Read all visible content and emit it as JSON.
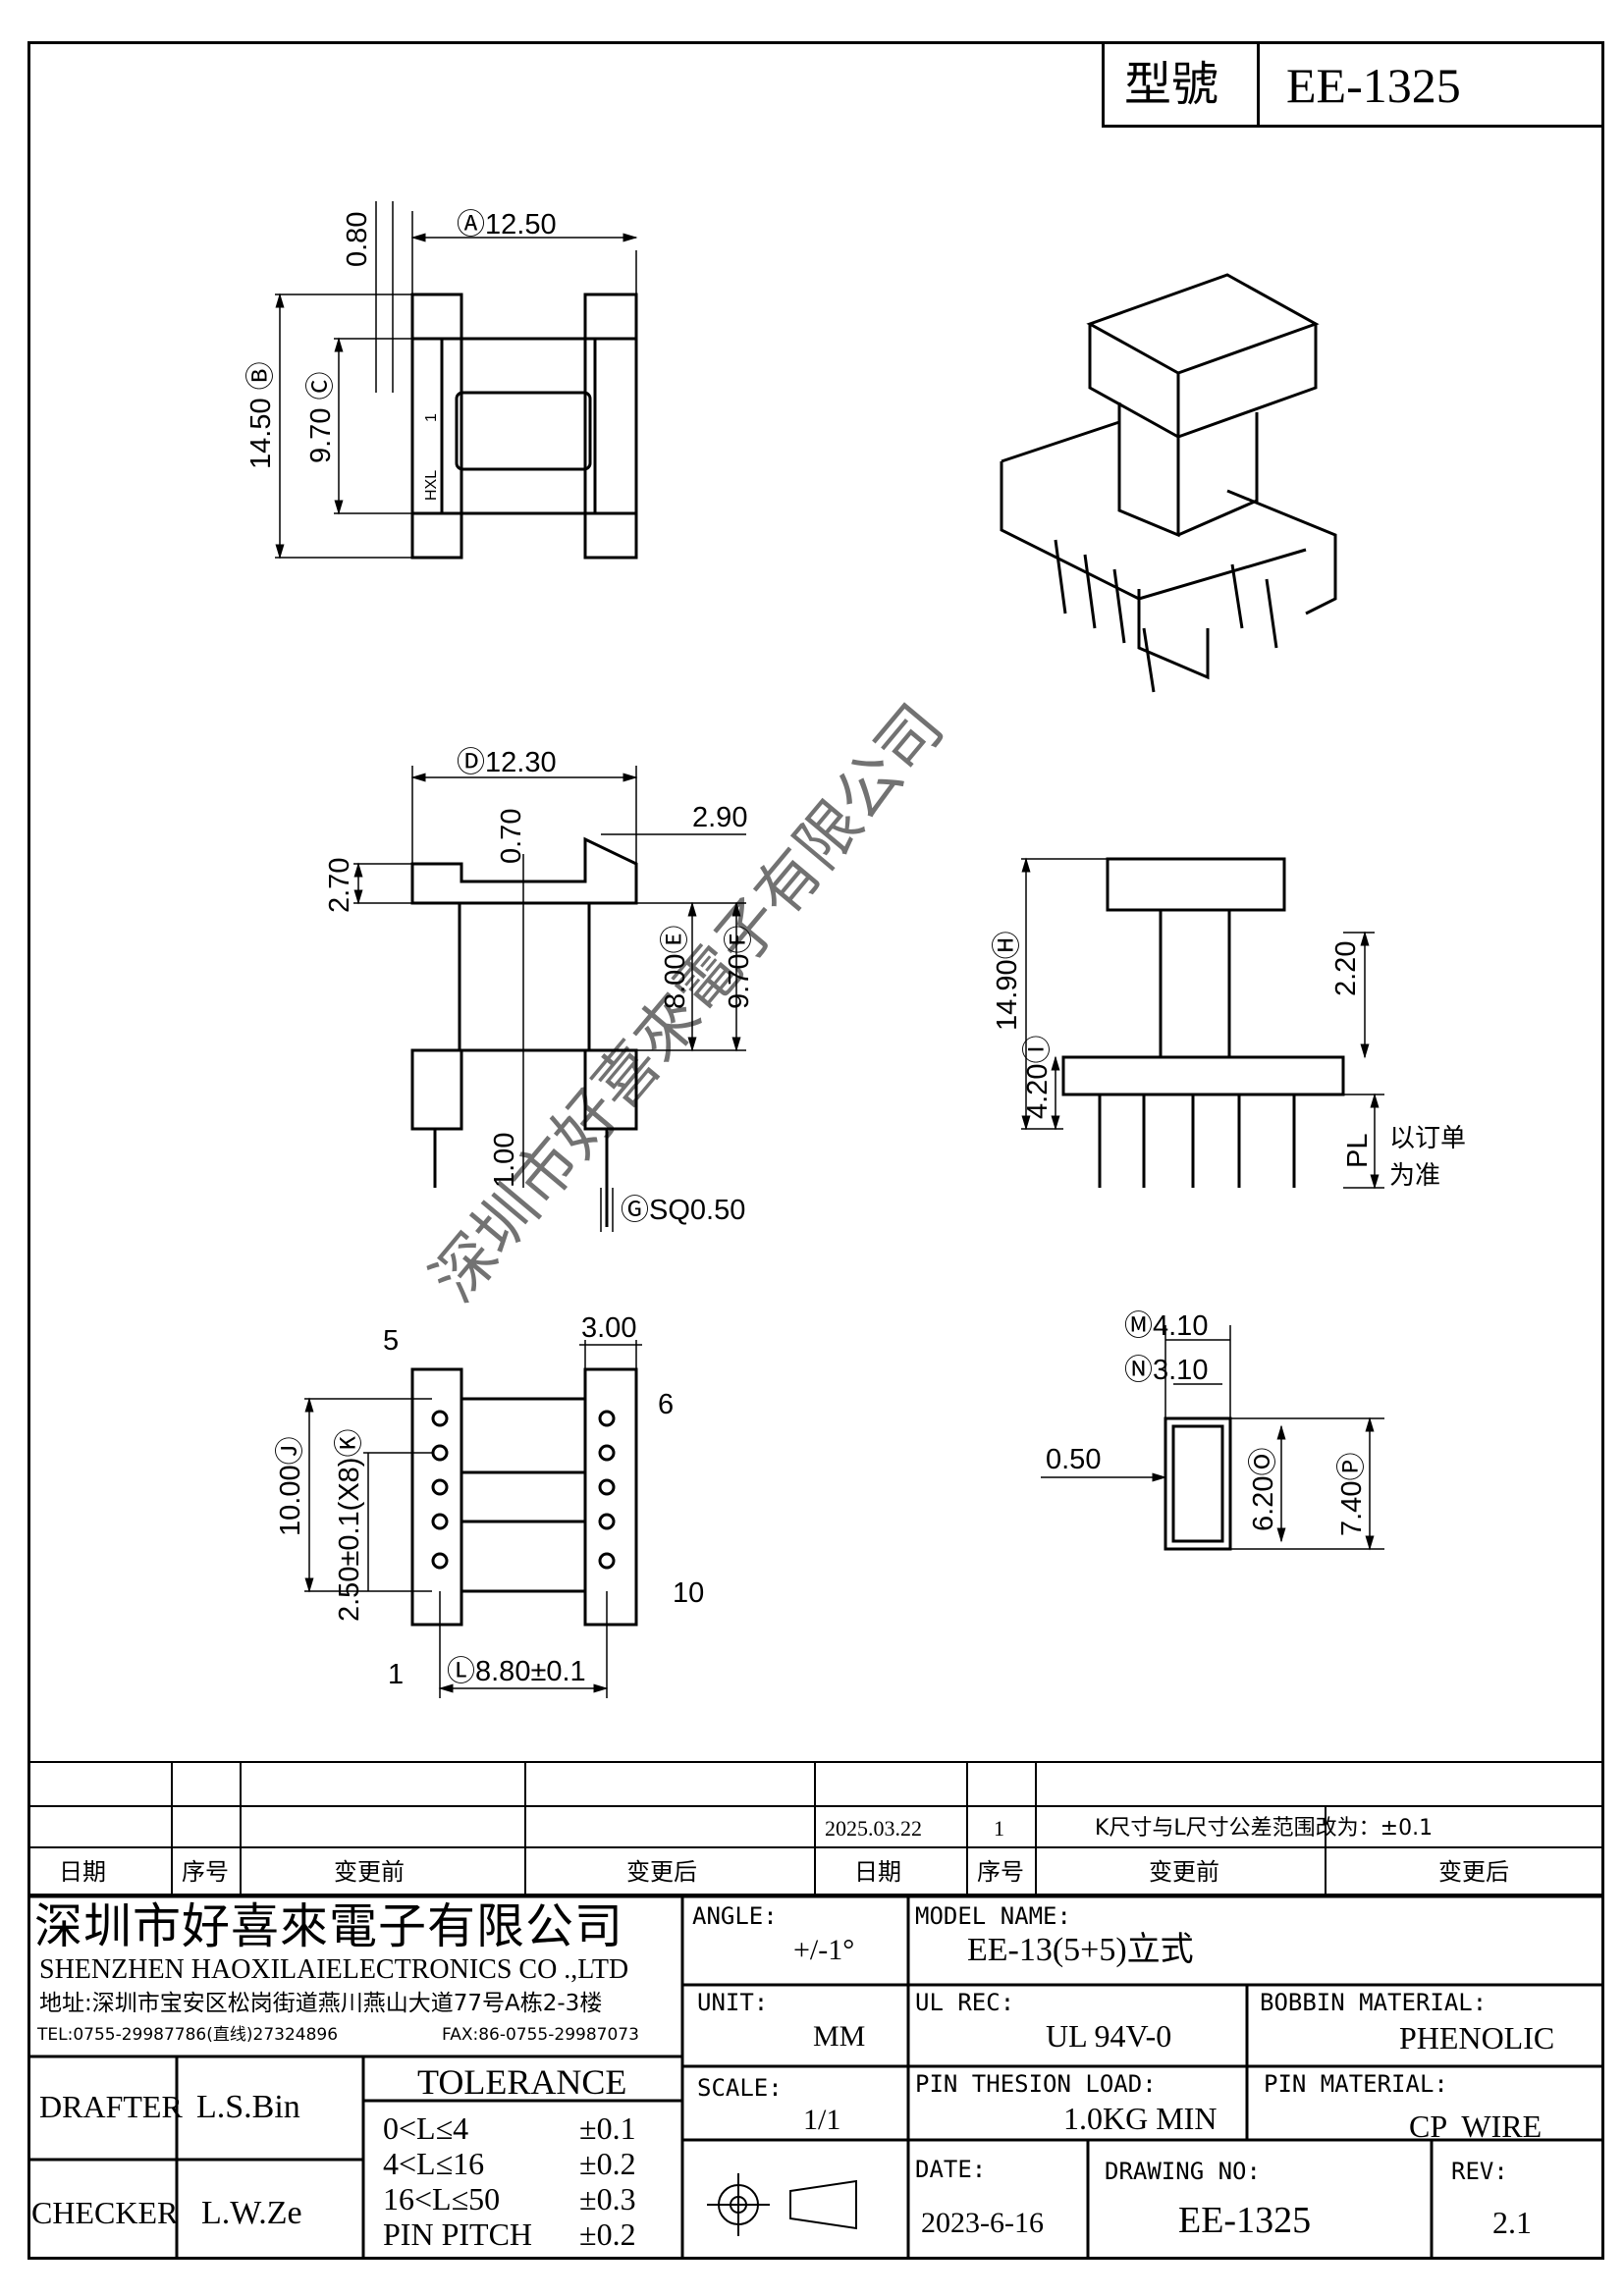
{
  "header": {
    "model_label": "型號",
    "model_value": "EE-1325"
  },
  "views": {
    "top": {
      "A": "Ⓐ12.50",
      "B": "14.50 Ⓑ",
      "C": "9.70 Ⓒ",
      "d080": "0.80",
      "mark1": "HXL",
      "mark2": "1"
    },
    "front": {
      "D": "Ⓓ12.30",
      "d070": "0.70",
      "d270": "2.70",
      "d290": "2.90",
      "E": "8.00Ⓔ",
      "F": "9.70Ⓕ",
      "d100": "1.00",
      "G": "ⒼSQ0.50"
    },
    "side": {
      "H": "14.90Ⓗ",
      "I": "4.20Ⓘ",
      "d220": "2.20",
      "PL": "PL",
      "note1": "以订单",
      "note2": "为准"
    },
    "bottom": {
      "d300": "3.00",
      "J": "10.00Ⓙ",
      "K": "2.50±0.1(X8)Ⓚ",
      "L": "Ⓛ8.80±0.1",
      "pin5": "5",
      "pin6": "6",
      "pin1": "1",
      "pin10": "10"
    },
    "section": {
      "M": "Ⓜ4.10",
      "N": "Ⓝ3.10",
      "d050": "0.50",
      "O": "6.20Ⓞ",
      "P": "7.40Ⓟ"
    }
  },
  "watermark": "深圳市好喜來電子有限公司",
  "revision_table": {
    "row": {
      "date": "2025.03.22",
      "seq": "1",
      "before": "K尺寸与L尺寸公差范围改为：±0.1",
      "after": ""
    },
    "headers": [
      "日期",
      "序号",
      "变更前",
      "变更后",
      "日期",
      "序号",
      "变更前",
      "变更后"
    ]
  },
  "company": {
    "name_cn": "深圳市好喜來電子有限公司",
    "name_en": "SHENZHEN HAOXILAIELECTRONICS CO .,LTD",
    "address": "地址:深圳市宝安区松岗街道燕川燕山大道77号A栋2-3楼",
    "tel": "TEL:0755-29987786(直线)27324896",
    "fax": "FAX:86-0755-29987073"
  },
  "title_block": {
    "drafter_label": "DRAFTER",
    "drafter": "L.S.Bin",
    "checker_label": "CHECKER",
    "checker": "L.W.Ze",
    "tolerance_title": "TOLERANCE",
    "tolerances": [
      {
        "range": "0<L≤4",
        "value": "±0.1"
      },
      {
        "range": "4<L≤16",
        "value": "±0.2"
      },
      {
        "range": "16<L≤50",
        "value": "±0.3"
      },
      {
        "range": "PIN PITCH",
        "value": "±0.2"
      }
    ],
    "angle_label": "ANGLE:",
    "angle": "+/-1°",
    "unit_label": "UNIT:",
    "unit": "MM",
    "scale_label": "SCALE:",
    "scale": "1/1",
    "model_name_label": "MODEL NAME:",
    "model_name": "EE-13(5+5)立式",
    "ul_label": "UL REC:",
    "ul": "UL 94V-0",
    "bobbin_label": "BOBBIN MATERIAL:",
    "bobbin": "PHENOLIC",
    "pin_load_label": "PIN THESION LOAD:",
    "pin_load": "1.0KG MIN",
    "pin_material_label": "PIN MATERIAL:",
    "pin_material": "CP  WIRE",
    "date_label": "DATE:",
    "date": "2023-6-16",
    "drawing_no_label": "DRAWING NO:",
    "drawing_no": "EE-1325",
    "rev_label": "REV:",
    "rev": "2.1"
  }
}
